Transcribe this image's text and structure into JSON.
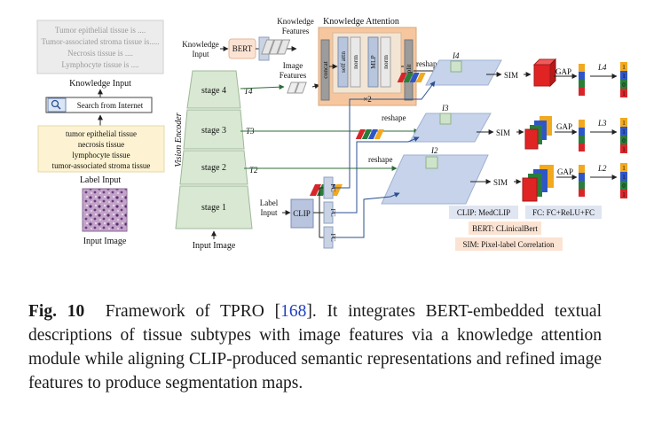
{
  "diagram": {
    "knowledge_texts": [
      "Tumor epithelial tissue is ....",
      "Tumor-associated stroma tissue is.....",
      "Necrosis tissue is ....",
      "Lymphocyte tissue is ...."
    ],
    "knowledge_input_label": "Knowledge Input",
    "search_label": "Search from Internet",
    "label_texts": [
      "tumor epithelial tissue",
      "necrosis tissue",
      "lymphocyte tissue",
      "tumor-associated stroma tissue"
    ],
    "label_input_label": "Label Input",
    "input_image_label": "Input Image",
    "input_image_label_bottom": "Input Image",
    "vision_encoder": "Vision Encoder",
    "stages": [
      "stage 4",
      "stage 3",
      "stage 2",
      "stage 1"
    ],
    "t_labels": [
      "T4",
      "T3",
      "T2"
    ],
    "knowledge_input_top": [
      "Knowledge",
      "Input"
    ],
    "bert": "BERT",
    "fc": "FC",
    "knowledge_features": [
      "Knowledge",
      "Features"
    ],
    "image_features": [
      "Image",
      "Features"
    ],
    "knowledge_attention": "Knowledge Attention",
    "concat": "concat",
    "self_attn": "self attn",
    "norm": "norm",
    "mlp": "MLP",
    "split": "split",
    "x2": "×2",
    "reshape": "reshape",
    "i_labels": [
      "I4",
      "I3",
      "I2"
    ],
    "label_input_mid": [
      "Label",
      "Input"
    ],
    "clip": "CLIP",
    "sim": "SIM",
    "gap": "GAP",
    "losses": [
      "L4",
      "L3",
      "L2"
    ],
    "bits": [
      "1",
      "1",
      "0",
      "1"
    ],
    "legend": {
      "clip": "CLIP: MedCLIP",
      "fc": "FC: FC+ReLU+FC",
      "bert": "BERT: CLinicalBert",
      "sim": "SIM: Pixel-label Correlation"
    },
    "colors": {
      "knowledge_box": "#ececec",
      "label_box": "#fdf3d2",
      "stage_fill": "#d8e8d2",
      "bert_box": "#fbe3d3",
      "fc_box": "#c9d3e3",
      "attn_outer": "#f6c79f",
      "clip_box": "#b9c4de",
      "plane": "#c6d3ea",
      "arrow_green": "#2e6b3a",
      "arrow_blue": "#2a4f8f"
    }
  },
  "caption": {
    "fig": "Fig. 10",
    "pre": "Framework of TPRO [",
    "ref": "168",
    "post": "]. It integrates BERT-embedded textual descriptions of tissue subtypes with image features via a knowledge attention module while aligning CLIP-produced semantic representations and refined image features to produce segmentation maps."
  }
}
